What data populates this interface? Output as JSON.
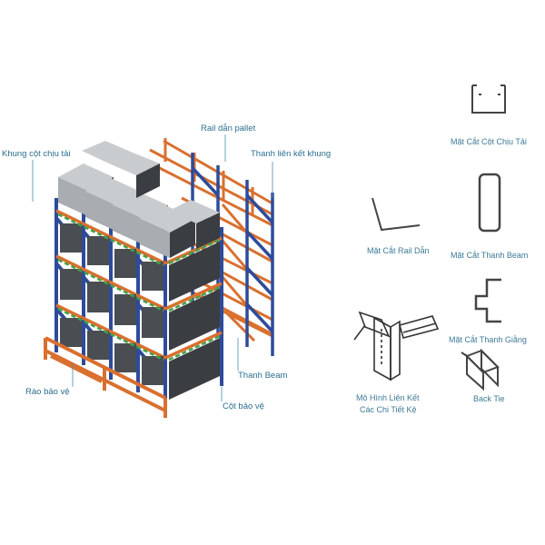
{
  "labels": {
    "rail_dan_pallet": "Rail dẫn pallet",
    "khung_cot_chiu_tai": "Khung cột chịu tải",
    "thanh_lien_ket_khung": "Thanh liên kết khung",
    "thanh_beam": "Thanh Beam",
    "rao_bao_ve": "Rào bảo vệ",
    "cot_bao_ve": "Cột bảo vệ"
  },
  "details": {
    "mat_cat_cot_chiu_tai": "Mặt Cắt Cột Chịu Tải",
    "mat_cat_rail_dan": "Mặt Cắt Rail Dẫn",
    "mat_cat_thanh_beam": "Mặt Cắt Thanh Beam",
    "mat_cat_thanh_giang": "Mặt Cắt Thanh Giằng",
    "mo_hinh_line1": "Mô Hình Liên Kết",
    "mo_hinh_line2": "Các Chi Tiết Kệ",
    "back_tie": "Back Tie"
  },
  "colors": {
    "upright_blue": "#2d4b9a",
    "beam_orange": "#d9702f",
    "pallet_grey": "#8d9094",
    "box_top": "#c9cccf",
    "box_side": "#3a3d42",
    "green_deck": "#3fa34a",
    "label_text": "#2a6f8f"
  }
}
